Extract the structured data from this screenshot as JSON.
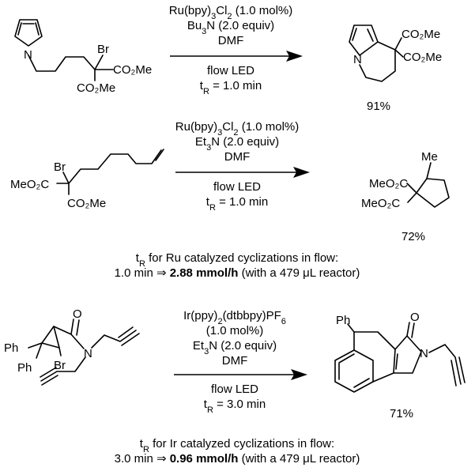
{
  "reactions": [
    {
      "conditions": {
        "catalyst": {
          "pre": "Ru(bpy)",
          "sub1": "3",
          "mid": "Cl",
          "sub2": "2",
          "post": " (1.0 mol%)"
        },
        "base": {
          "pre": "Bu",
          "sub": "3",
          "post": "N (2.0 equiv)"
        },
        "solvent": "DMF",
        "light": "flow LED",
        "time": {
          "pre": "t",
          "sub": "R",
          "post": " = 1.0 min"
        }
      },
      "substrate_labels": {
        "br": "Br",
        "n": "N",
        "ester_top": "CO₂Me",
        "ester_bottom": "CO₂Me"
      },
      "product_labels": {
        "n": "N",
        "ester_top": "CO₂Me",
        "ester_bottom": "CO₂Me"
      },
      "yield": "91%"
    },
    {
      "conditions": {
        "catalyst": {
          "pre": "Ru(bpy)",
          "sub1": "3",
          "mid": "Cl",
          "sub2": "2",
          "post": " (1.0 mol%)"
        },
        "base": {
          "pre": "Et",
          "sub": "3",
          "post": "N (2.0 equiv)"
        },
        "solvent": "DMF",
        "light": "flow LED",
        "time": {
          "pre": "t",
          "sub": "R",
          "post": " = 1.0 min"
        }
      },
      "substrate_labels": {
        "br": "Br",
        "ester_left": "MeO₂C",
        "ester_bottom": "CO₂Me"
      },
      "product_labels": {
        "me": "Me",
        "ester_top": "MeO₂C",
        "ester_bottom": "MeO₂C"
      },
      "yield": "72%"
    },
    {
      "conditions": {
        "catalyst": {
          "pre": "Ir(ppy)",
          "sub1": "2",
          "mid": "(dtbbpy)PF",
          "sub2": "6",
          "post": ""
        },
        "loading": "(1.0 mol%)",
        "base": {
          "pre": "Et",
          "sub": "3",
          "post": "N (2.0 equiv)"
        },
        "solvent": "DMF",
        "light": "flow LED",
        "time": {
          "pre": "t",
          "sub": "R",
          "post": " = 3.0 min"
        }
      },
      "substrate_labels": {
        "ph1": "Ph",
        "ph2": "Ph",
        "br": "Br",
        "o": "O",
        "n": "N"
      },
      "product_labels": {
        "ph": "Ph",
        "o": "O",
        "n": "N"
      },
      "yield": "71%"
    }
  ],
  "notes": [
    {
      "line1": {
        "pre": "t",
        "sub": "R",
        "post": " for Ru catalyzed cyclizations in flow:"
      },
      "line2": {
        "pre": "1.0 min ⇒ ",
        "bold": "2.88 mmol/h",
        "post": " (with a 479 μL reactor)"
      }
    },
    {
      "line1": {
        "pre": "t",
        "sub": "R",
        "post": " for Ir catalyzed cyclizations in flow:"
      },
      "line2": {
        "pre": "3.0 min ⇒ ",
        "bold": "0.96 mmol/h",
        "post": " (with a 479 μL reactor)"
      }
    }
  ]
}
